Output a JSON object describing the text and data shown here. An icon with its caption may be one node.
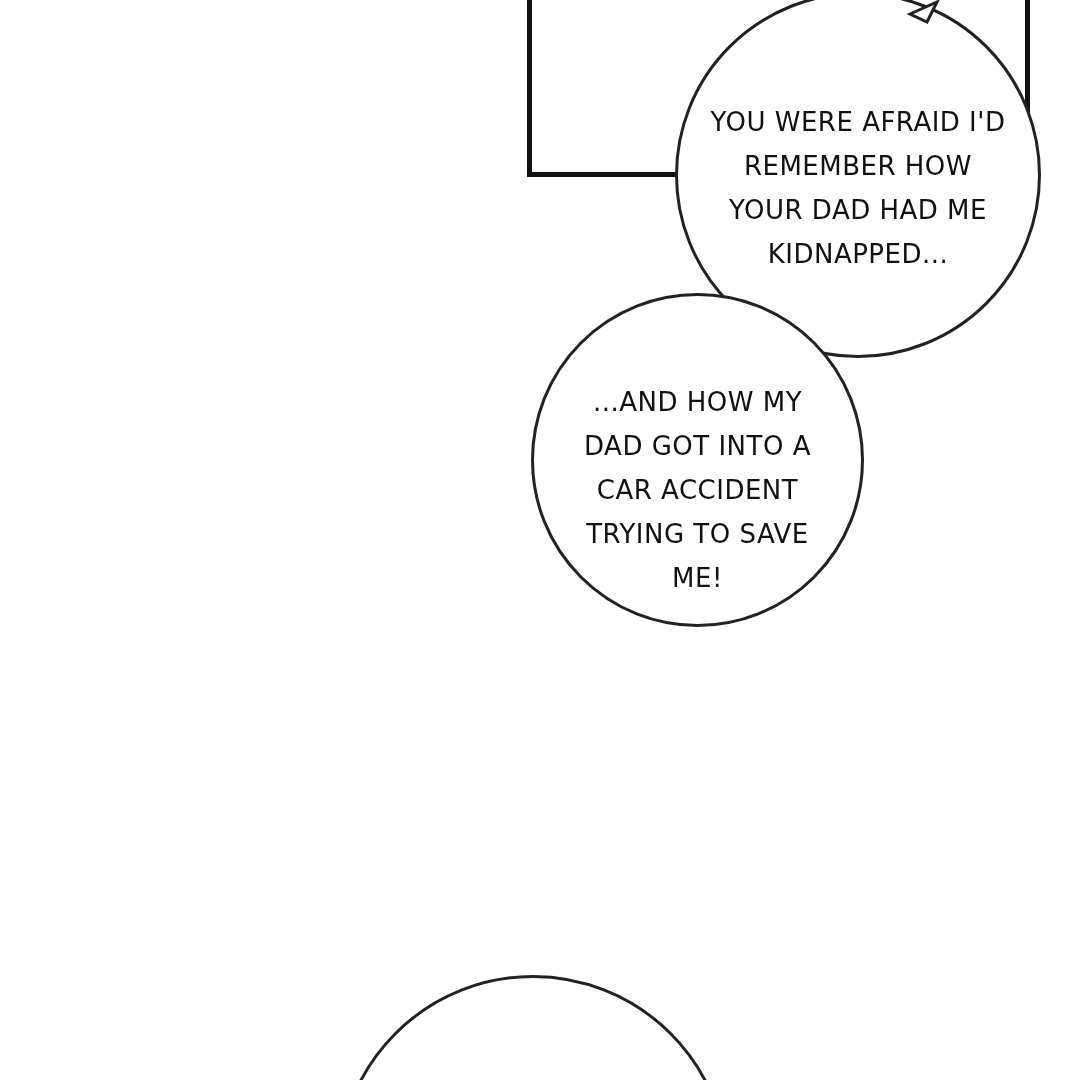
{
  "diagram": {
    "nodes": [
      {
        "text": [],
        "shape": "box"
      },
      {
        "text": [
          "YOU WERE AFRAID I'D REMEMBER HOW YOUR DAD HAD ME KIDNAPPED..."
        ]
      },
      {
        "text": [
          "...AND HOW MY DAD GOT INTO A CAR ACCIDENT TRYING TO SAVE ME!"
        ]
      },
      {
        "text": [],
        "shape": "circle"
      }
    ]
  }
}
